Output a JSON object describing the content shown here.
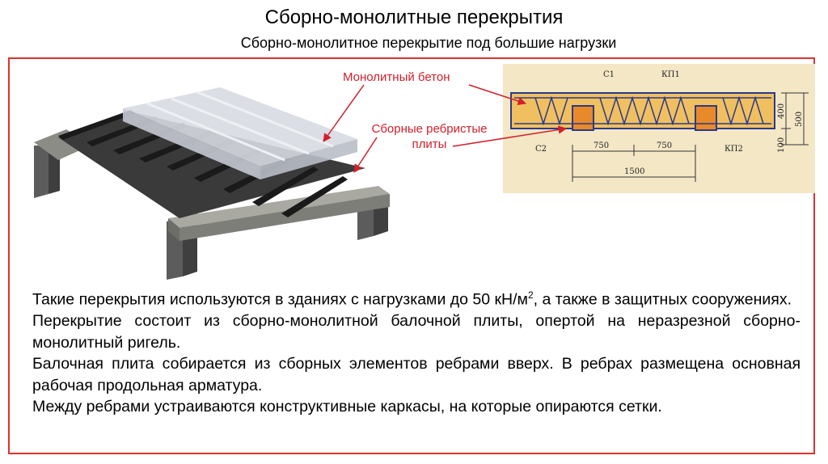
{
  "header": {
    "title": "Сборно-монолитные перекрытия",
    "subtitle": "Сборно-монолитное перекрытие под большие нагрузки"
  },
  "callouts": {
    "monolithic_concrete": "Монолитный бетон",
    "precast_line1": "Сборные ребристые",
    "precast_line2": "плиты"
  },
  "section_drawing": {
    "marks": {
      "c1": "С1",
      "kp1": "КП1",
      "c2": "С2",
      "kp2": "КП2"
    },
    "dimensions": {
      "span_left": "750",
      "span_right": "750",
      "span_total": "1500",
      "height_top": "400",
      "height_total": "500",
      "height_bottom": "100"
    }
  },
  "body": {
    "p1_before": "Такие перекрытия используются в зданиях с нагрузками до 50 кН/м",
    "p1_sup": "2",
    "p1_after": ", а также в защитных сооружениях.",
    "p2": "Перекрытие состоит из сборно-монолитной балочной плиты, опертой на неразрезной сборно-монолитный ригель.",
    "p3": "Балочная плита собирается из сборных элементов ребрами вверх. В ребрах размещена основная рабочая продольная арматура.",
    "p4": "Между ребрами устраиваются конструктивные каркасы, на которые опираются сетки."
  },
  "colors": {
    "frame_border": "#e03030",
    "callout_text": "#d0202a",
    "section_background": "#f3e7c6",
    "concrete_fill": "#f0c060",
    "rebar": "#2a3a8a"
  }
}
